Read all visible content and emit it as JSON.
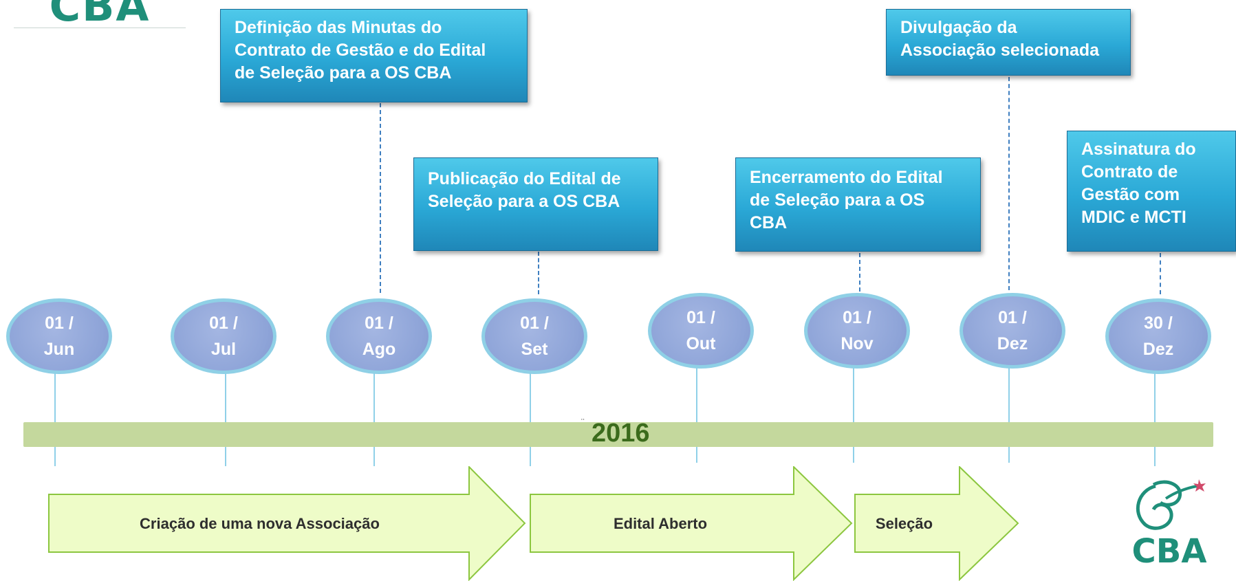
{
  "logos": {
    "top_text": "CBA",
    "bottom_text": "CBA"
  },
  "callouts": [
    {
      "text": "Definição das Minutas do\nContrato de Gestão e do Edital\nde Seleção para a OS CBA"
    },
    {
      "text": "Publicação do Edital de\nSeleção  para a OS CBA"
    },
    {
      "text": "Encerramento do Edital\nde Seleção  para a OS\nCBA"
    },
    {
      "text": "Divulgação da\nAssociação selecionada"
    },
    {
      "text": "Assinatura do\nContrato de\nGestão com\nMDIC e MCTI"
    }
  ],
  "months": [
    {
      "text": "01 /\nJun"
    },
    {
      "text": "01 /\nJul"
    },
    {
      "text": "01 /\nAgo"
    },
    {
      "text": "01 /\nSet"
    },
    {
      "text": "01 /\nOut"
    },
    {
      "text": "01 /\nNov"
    },
    {
      "text": "01 /\nDez"
    },
    {
      "text": "30 /\nDez"
    }
  ],
  "year": {
    "label": "2016",
    "marker": "¨"
  },
  "phases": [
    {
      "label": "Criação de uma nova Associação"
    },
    {
      "label": "Edital Aberto"
    },
    {
      "label": "Seleção"
    }
  ],
  "colors": {
    "callout": "#2aa8d6",
    "month_circle": "#8ea4d8",
    "year_bar": "#c4d89d",
    "phase_arrow": "#eefcc8",
    "logo": "#1f8f7a"
  }
}
